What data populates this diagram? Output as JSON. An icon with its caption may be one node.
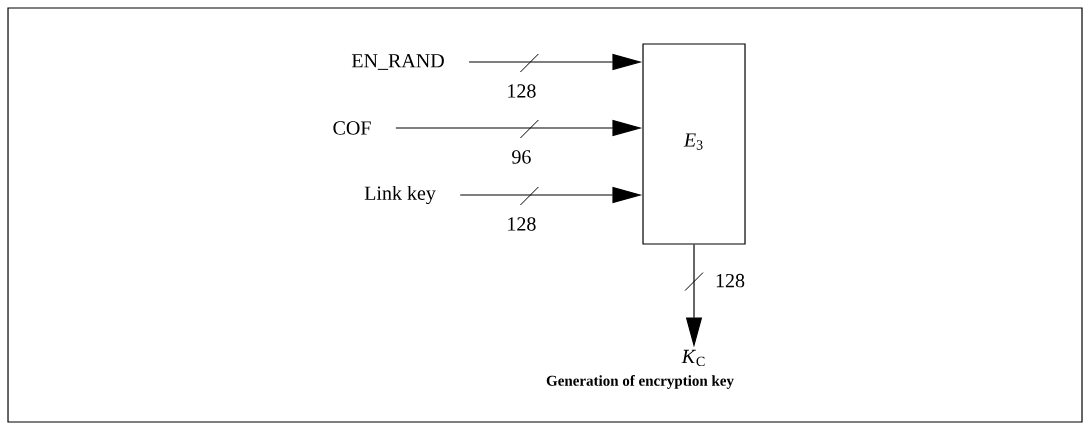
{
  "diagram": {
    "caption": "Generation of encryption key",
    "nodes": [
      {
        "text": [
          "EN_RAND"
        ]
      },
      {
        "text": [
          "COF"
        ]
      },
      {
        "text": [
          "Link key"
        ]
      },
      {
        "text": [
          "*E*$_{3}$"
        ]
      },
      {
        "text": [
          "*K*$_{C}$"
        ]
      }
    ],
    "edges": [
      {
        "from": 0,
        "to": 3,
        "arrow": "to",
        "label": "128"
      },
      {
        "from": 1,
        "to": 3,
        "arrow": "to",
        "label": "96"
      },
      {
        "from": 2,
        "to": 3,
        "arrow": "to",
        "label": "128"
      },
      {
        "from": 3,
        "to": 4,
        "arrow": "to",
        "label": "128"
      }
    ]
  }
}
